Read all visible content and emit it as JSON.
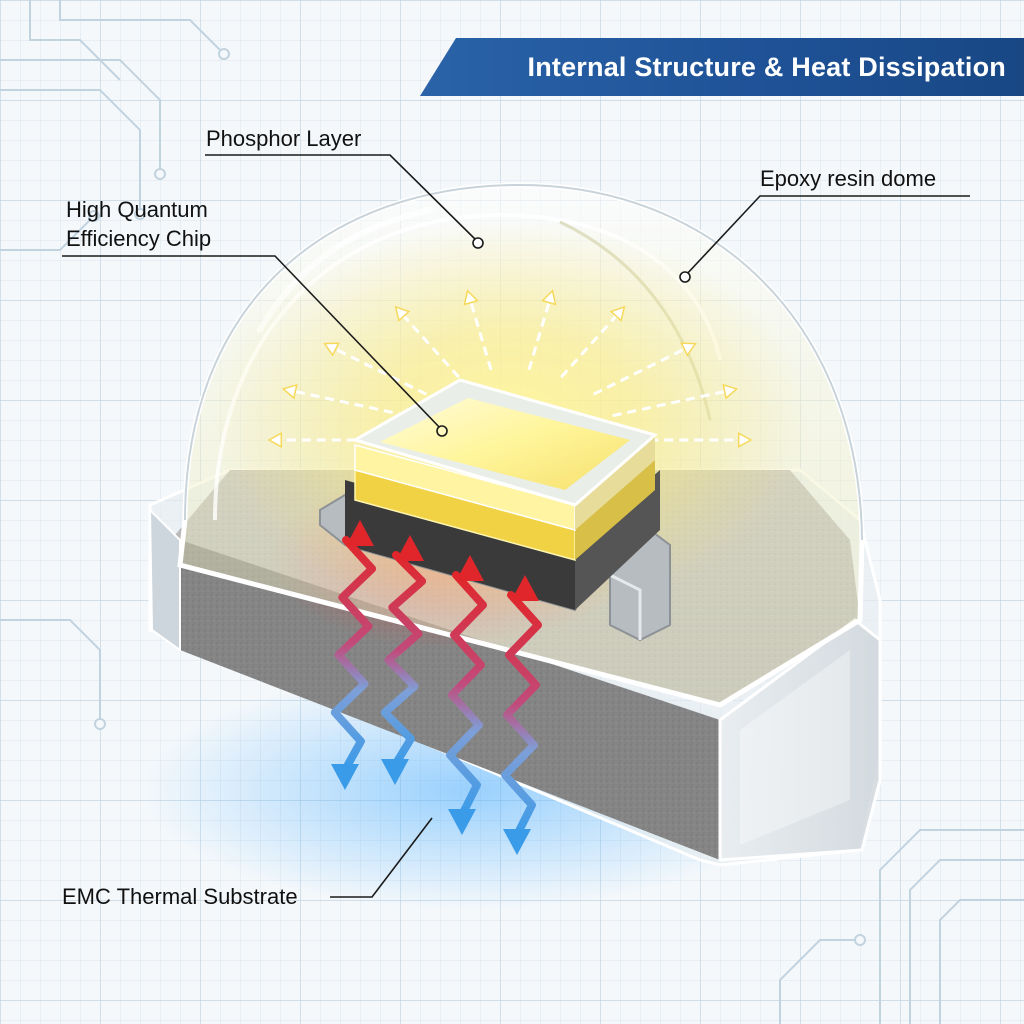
{
  "banner": {
    "title": "Internal Structure & Heat Dissipation"
  },
  "labels": {
    "phosphor": "Phosphor Layer",
    "epoxy": "Epoxy resin dome",
    "chip_line1": "High Quantum",
    "chip_line2": "Efficiency Chip",
    "substrate": "EMC Thermal Substrate"
  },
  "colors": {
    "banner": "#1e5196",
    "chip_glow": "#fff27a",
    "heat": "#e0262b",
    "cool": "#3a9be8",
    "substrate": "#8f8f8f"
  },
  "icons": {
    "light_rays": "light-ray-arrows",
    "heat_flow": "wavy-heat-arrows"
  }
}
